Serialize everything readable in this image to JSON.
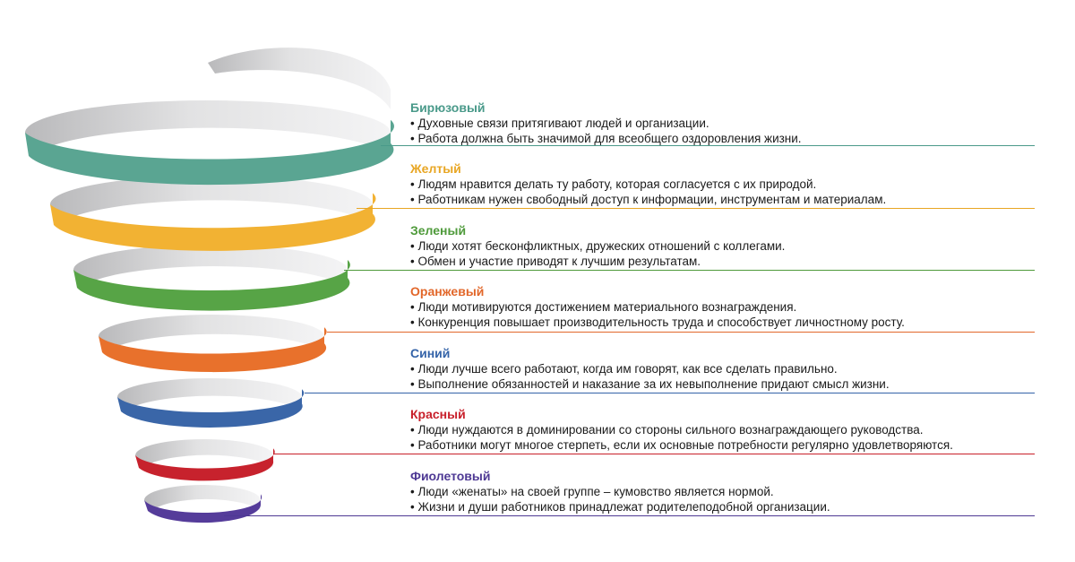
{
  "levels": [
    {
      "title": "Бирюзовый",
      "color": "#4a9a8a",
      "band_color": "#5aa592",
      "bullets": [
        "• Духовные связи притягивают людей и организации.",
        "• Работа должна быть значимой для всеобщего оздоровления жизни."
      ]
    },
    {
      "title": "Желтый",
      "color": "#e8a623",
      "band_color": "#f2b233",
      "bullets": [
        "• Людям нравится делать ту работу, которая согласуется с их природой.",
        "• Работникам нужен свободный доступ к информации, инструментам и материалам."
      ]
    },
    {
      "title": "Зеленый",
      "color": "#4e9a3a",
      "band_color": "#57a446",
      "bullets": [
        "• Люди хотят бесконфликтных, дружеских отношений с коллегами.",
        "• Обмен и участие приводят к лучшим результатам."
      ]
    },
    {
      "title": "Оранжевый",
      "color": "#e2672a",
      "band_color": "#e8712c",
      "bullets": [
        "• Люди мотивируются достижением материального вознаграждения.",
        "• Конкуренция повышает производительность труда и способствует личностному росту."
      ]
    },
    {
      "title": "Синий",
      "color": "#3463a8",
      "band_color": "#3a66a8",
      "bullets": [
        "• Люди лучше всего работают, когда им говорят, как все сделать правильно.",
        "• Выполнение обязанностей и наказание за их невыполнение придают смысл жизни."
      ]
    },
    {
      "title": "Красный",
      "color": "#c8202b",
      "band_color": "#c7222d",
      "bullets": [
        "• Люди нуждаются в доминировании со стороны сильного вознаграждающего руководства.",
        "• Работники могут многое стерпеть, если их основные потребности регулярно удовлетворяются."
      ]
    },
    {
      "title": "Фиолетовый",
      "color": "#4e3994",
      "band_color": "#553c9a",
      "bullets": [
        "• Люди «женаты» на своей группе – кумовство является нормой.",
        "• Жизни и души работников принадлежат родителеподобной организации."
      ]
    }
  ]
}
